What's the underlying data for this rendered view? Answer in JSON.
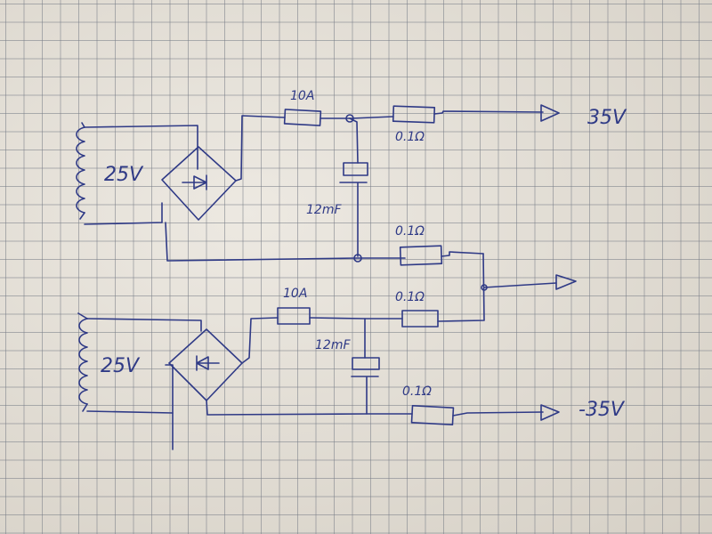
{
  "labels": {
    "top_transformer": "25V",
    "top_fuse": "10A",
    "top_out_resistor": "0.1Ω",
    "top_capacitor": "12mF",
    "top_return_resistor": "0.1Ω",
    "bottom_transformer": "25V",
    "bottom_fuse": "10A",
    "bottom_mid_resistor": "0.1Ω",
    "bottom_capacitor": "12mF",
    "bottom_out_resistor": "0.1Ω",
    "out_plus": "35V",
    "out_minus": "-35V"
  },
  "colors": {
    "ink": "#2f3a86",
    "paper": "#e3ddd2",
    "grid": "#787d87"
  }
}
